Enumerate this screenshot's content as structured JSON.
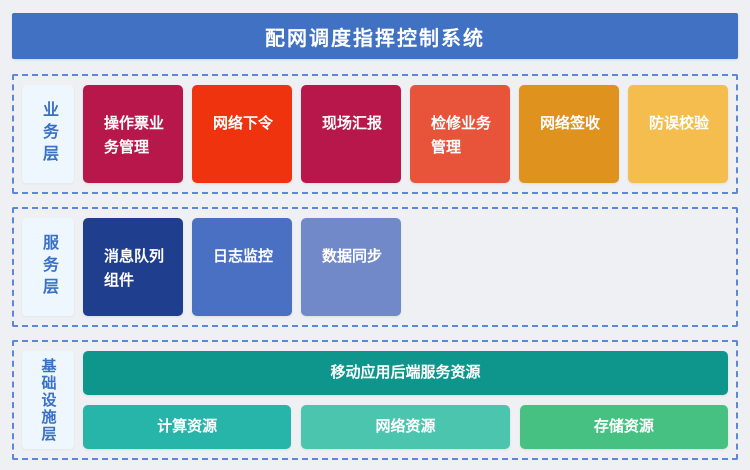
{
  "page": {
    "background": "#eef0f3"
  },
  "header": {
    "title": "配网调度指挥控制系统",
    "background": "#4071c3",
    "text_color": "#ffffff"
  },
  "style": {
    "dashed_border_color": "#5d87d9",
    "label_bg": "#edf7fd",
    "label_text_color": "#3a70c6"
  },
  "layers": {
    "business": {
      "label": "业务层",
      "boxes": [
        {
          "label": "操作票业务管理",
          "color": "#b7174a"
        },
        {
          "label": "网络下令",
          "color": "#ee330e"
        },
        {
          "label": "现场汇报",
          "color": "#b7174a"
        },
        {
          "label": "检修业务管理",
          "color": "#e8543a"
        },
        {
          "label": "网络签收",
          "color": "#e0921f"
        },
        {
          "label": "防误校验",
          "color": "#f4bd4e"
        }
      ]
    },
    "service": {
      "label": "服务层",
      "boxes": [
        {
          "label": "消息队列组件",
          "color": "#1f3e8e"
        },
        {
          "label": "日志监控",
          "color": "#4a70c3"
        },
        {
          "label": "数据同步",
          "color": "#7289c9"
        }
      ]
    },
    "infrastructure": {
      "label": "基础设施层",
      "wide_box": {
        "label": "移动应用后端服务资源",
        "color": "#0e968c"
      },
      "boxes": [
        {
          "label": "计算资源",
          "color": "#28b5a9"
        },
        {
          "label": "网络资源",
          "color": "#4bc5ad"
        },
        {
          "label": "存储资源",
          "color": "#46c182"
        }
      ]
    }
  }
}
